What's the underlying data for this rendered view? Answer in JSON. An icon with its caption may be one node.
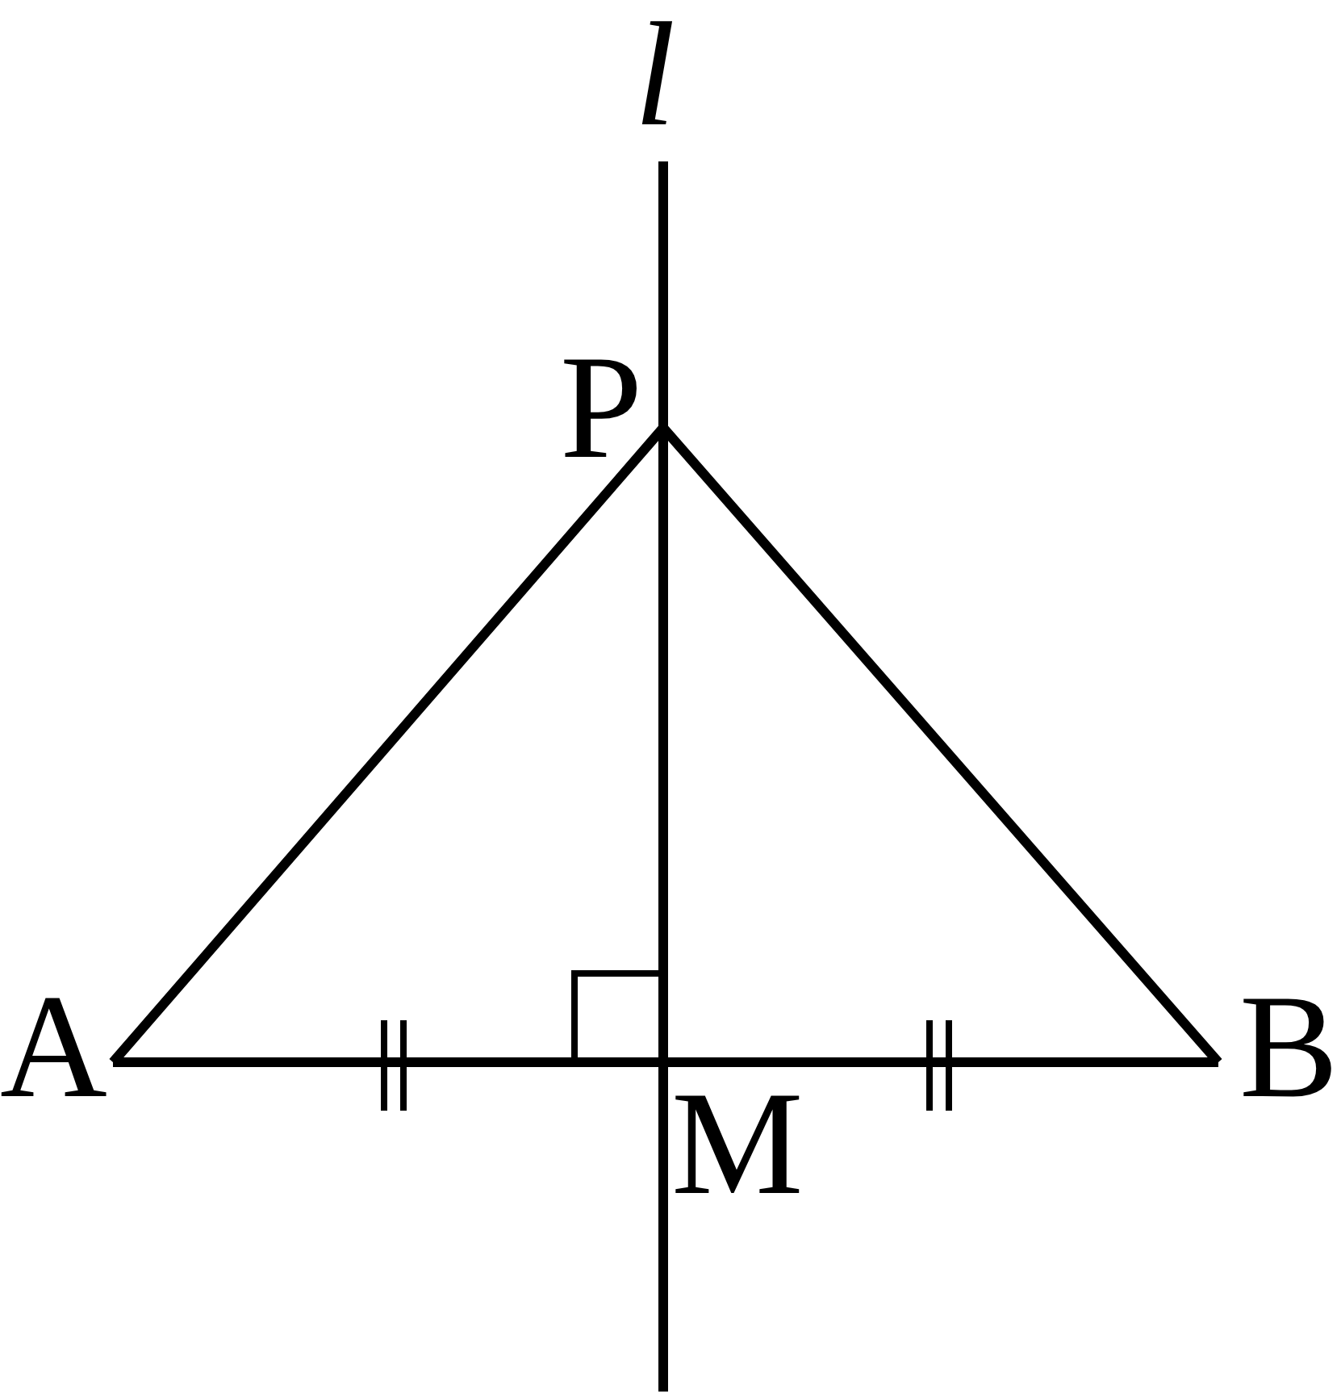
{
  "diagram": {
    "labels": [
      "l",
      "P",
      "A",
      "B",
      "M"
    ]
  }
}
